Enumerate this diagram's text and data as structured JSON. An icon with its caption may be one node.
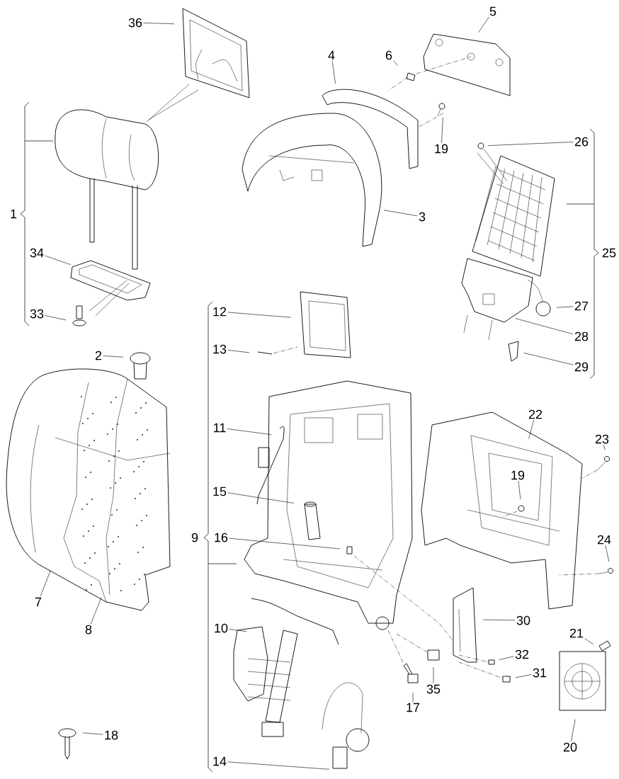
{
  "diagram": {
    "nodes": [
      {
        "text": [
          "36"
        ]
      },
      {
        "text": [
          "5"
        ]
      },
      {
        "text": [
          "4"
        ]
      },
      {
        "text": [
          "6"
        ]
      },
      {
        "text": [
          "26"
        ]
      },
      {
        "text": [
          "19"
        ]
      },
      {
        "text": [
          "3"
        ]
      },
      {
        "text": [
          "34"
        ]
      },
      {
        "text": [
          "12"
        ]
      },
      {
        "text": [
          "27"
        ]
      },
      {
        "text": [
          "33"
        ]
      },
      {
        "text": [
          "28"
        ]
      },
      {
        "text": [
          "13"
        ]
      },
      {
        "text": [
          "2"
        ]
      },
      {
        "text": [
          "29"
        ]
      },
      {
        "text": [
          "22"
        ]
      },
      {
        "text": [
          "11"
        ]
      },
      {
        "text": [
          "23"
        ]
      },
      {
        "text": [
          "19"
        ]
      },
      {
        "text": [
          "15"
        ]
      },
      {
        "text": [
          "16"
        ]
      },
      {
        "text": [
          "24"
        ]
      },
      {
        "text": [
          "7"
        ]
      },
      {
        "text": [
          "30"
        ]
      },
      {
        "text": [
          "10"
        ]
      },
      {
        "text": [
          "8"
        ]
      },
      {
        "text": [
          "21"
        ]
      },
      {
        "text": [
          "32"
        ]
      },
      {
        "text": [
          "31"
        ]
      },
      {
        "text": [
          "35"
        ]
      },
      {
        "text": [
          "17"
        ]
      },
      {
        "text": [
          "18"
        ]
      },
      {
        "text": [
          "20"
        ]
      },
      {
        "text": [
          "14"
        ]
      }
    ],
    "edges": [
      {
        "from": 0,
        "to": null,
        "arrow": "none"
      },
      {
        "from": 1,
        "to": null,
        "arrow": "none"
      },
      {
        "from": 2,
        "to": null,
        "arrow": "none"
      },
      {
        "from": 3,
        "to": null,
        "arrow": "none"
      },
      {
        "from": 4,
        "to": null,
        "arrow": "none"
      },
      {
        "from": 5,
        "to": null,
        "arrow": "none"
      },
      {
        "from": 6,
        "to": null,
        "arrow": "none"
      },
      {
        "from": 7,
        "to": null,
        "arrow": "none"
      },
      {
        "from": 8,
        "to": null,
        "arrow": "none"
      },
      {
        "from": 9,
        "to": null,
        "arrow": "none"
      },
      {
        "from": 10,
        "to": null,
        "arrow": "none"
      },
      {
        "from": 11,
        "to": null,
        "arrow": "none"
      },
      {
        "from": 12,
        "to": null,
        "arrow": "none"
      },
      {
        "from": 13,
        "to": null,
        "arrow": "none"
      },
      {
        "from": 14,
        "to": null,
        "arrow": "none"
      },
      {
        "from": 15,
        "to": null,
        "arrow": "none"
      },
      {
        "from": 16,
        "to": null,
        "arrow": "none"
      },
      {
        "from": 17,
        "to": null,
        "arrow": "none"
      },
      {
        "from": 18,
        "to": null,
        "arrow": "none"
      },
      {
        "from": 19,
        "to": null,
        "arrow": "none"
      },
      {
        "from": 20,
        "to": null,
        "arrow": "none"
      },
      {
        "from": 21,
        "to": null,
        "arrow": "none"
      },
      {
        "from": 22,
        "to": null,
        "arrow": "none"
      },
      {
        "from": 23,
        "to": null,
        "arrow": "none"
      },
      {
        "from": 24,
        "to": null,
        "arrow": "none"
      },
      {
        "from": 25,
        "to": null,
        "arrow": "none"
      },
      {
        "from": 26,
        "to": null,
        "arrow": "none"
      },
      {
        "from": 27,
        "to": null,
        "arrow": "none"
      },
      {
        "from": 28,
        "to": null,
        "arrow": "none"
      },
      {
        "from": 29,
        "to": null,
        "arrow": "none"
      },
      {
        "from": 30,
        "to": null,
        "arrow": "none"
      },
      {
        "from": 31,
        "to": null,
        "arrow": "none"
      },
      {
        "from": 32,
        "to": null,
        "arrow": "none"
      },
      {
        "from": 33,
        "to": null,
        "arrow": "none"
      }
    ],
    "labels": [
      "1",
      "25",
      "9"
    ]
  }
}
